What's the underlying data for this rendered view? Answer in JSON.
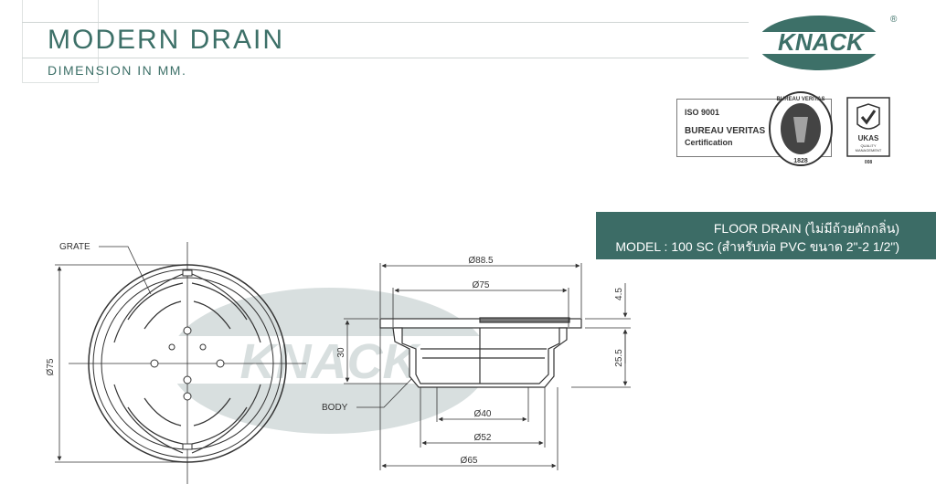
{
  "header": {
    "title": "MODERN DRAIN",
    "subtitle": "DIMENSION IN MM."
  },
  "brand": {
    "logo_text": "KNACK",
    "registered_mark": "®",
    "logo_color": "#3d7068"
  },
  "certification": {
    "line1": "ISO 9001",
    "line2": "BUREAU VERITAS",
    "line3": "Certification",
    "seal_top": "BUREAU VERITAS",
    "seal_year": "1828",
    "ukas_label": "UKAS",
    "ukas_sub1": "QUALITY",
    "ukas_sub2": "MANAGEMENT",
    "ukas_num": "008"
  },
  "product": {
    "name": "FLOOR DRAIN (ไม่มีถ้วยดักกลิ่น)",
    "model": "MODEL : 100 SC (สำหรับท่อ PVC ขนาด 2\"-2 1/2\")"
  },
  "drawing": {
    "watermark": "KNACK",
    "labels": {
      "grate": "GRATE",
      "body": "BODY"
    },
    "dimensions": {
      "plan_diameter": "Ø75",
      "top_diameter": "Ø88.5",
      "grate_diameter": "Ø75",
      "bottom_inner": "Ø40",
      "bottom_mid": "Ø52",
      "bottom_outer": "Ø65",
      "flange_thickness": "4.5",
      "body_height": "25.5",
      "inner_height": "30"
    }
  }
}
